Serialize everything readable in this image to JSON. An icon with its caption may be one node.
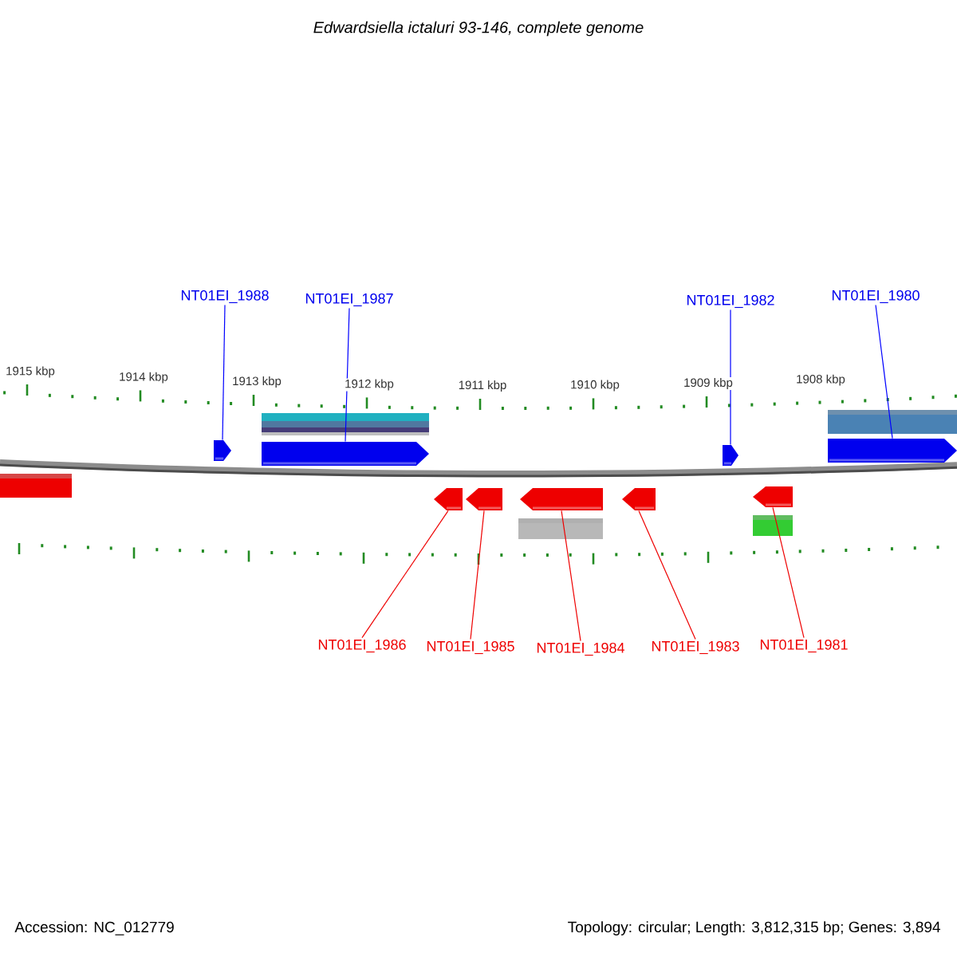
{
  "diagram": {
    "title": "Edwardsiella ictaluri 93-146, complete genome",
    "nodes": [
      {
        "text": [
          "NT01EI_1988"
        ]
      },
      {
        "text": [
          "NT01EI_1987"
        ]
      },
      {
        "text": [
          "NT01EI_1982"
        ]
      },
      {
        "text": [
          "NT01EI_1980"
        ]
      },
      {
        "text": [
          "NT01EI_1986"
        ]
      },
      {
        "text": [
          "NT01EI_1985"
        ]
      },
      {
        "text": [
          "NT01EI_1984"
        ]
      },
      {
        "text": [
          "NT01EI_1983"
        ]
      },
      {
        "text": [
          "NT01EI_1981"
        ]
      },
      {
        "text": [],
        "shape": "bar"
      },
      {
        "text": [],
        "shape": "arrow"
      },
      {
        "text": [],
        "shape": "bar"
      },
      {
        "text": [],
        "shape": "arrow"
      },
      {
        "text": [],
        "shape": "arrow"
      },
      {
        "text": [],
        "shape": "arrow"
      },
      {
        "text": [],
        "shape": "arrow"
      },
      {
        "text": [],
        "shape": "bar"
      },
      {
        "text": [],
        "shape": "arrow"
      },
      {
        "text": [],
        "shape": "arrow"
      },
      {
        "text": [],
        "shape": "arrow"
      },
      {
        "text": [],
        "shape": "bar"
      },
      {
        "text": [],
        "shape": "bar"
      },
      {
        "text": [],
        "shape": "arrow"
      }
    ],
    "edges": [
      {
        "from": 0,
        "to": 10,
        "arrow": "none",
        "color": "#0000ff"
      },
      {
        "from": 1,
        "to": 12,
        "arrow": "none",
        "color": "#0000ff"
      },
      {
        "from": 2,
        "to": 18,
        "arrow": "none",
        "color": "#0000ff"
      },
      {
        "from": 3,
        "to": 22,
        "arrow": "none",
        "color": "#0000ff"
      },
      {
        "from": 4,
        "to": 13,
        "arrow": "none"
      },
      {
        "from": 5,
        "to": 14,
        "arrow": "none"
      },
      {
        "from": 6,
        "to": 15,
        "arrow": "none"
      },
      {
        "from": 7,
        "to": 17,
        "arrow": "none"
      },
      {
        "from": 8,
        "to": 19,
        "arrow": "none"
      }
    ],
    "labels": [
      "1915 kbp",
      "1914 kbp",
      "1913 kbp",
      "1912 kbp",
      "1911 kbp",
      "1910 kbp",
      "1909 kbp",
      "1908 kbp",
      "Accession: NC_012779",
      "Topology: circular; Length: 3,812,315 bp; Genes: 3,894"
    ]
  }
}
